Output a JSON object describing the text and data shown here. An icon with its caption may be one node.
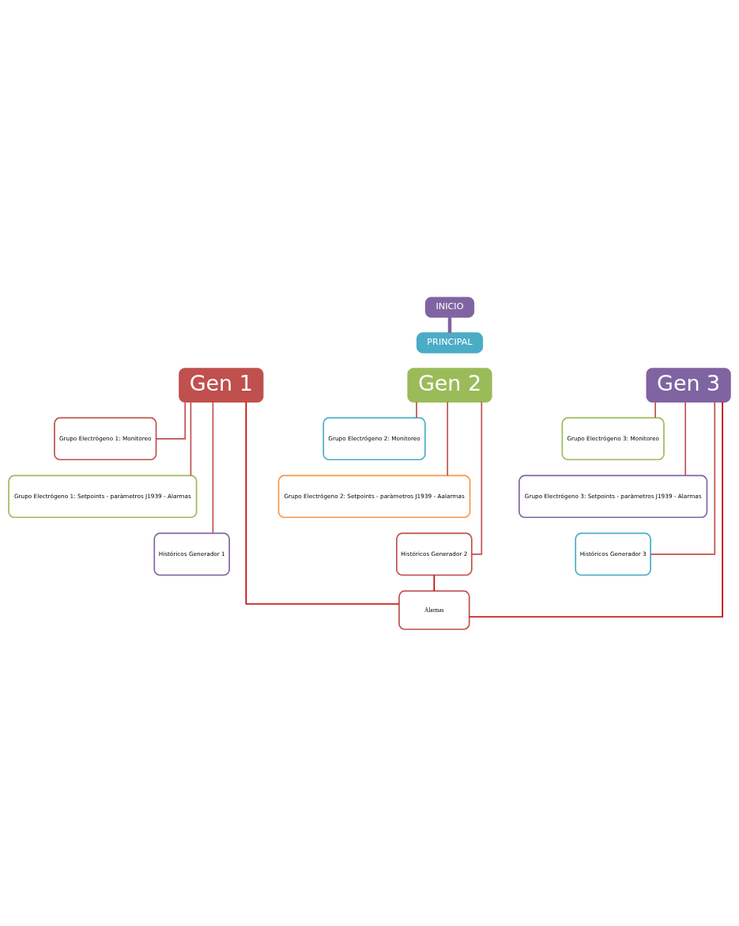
{
  "diagram": {
    "nodes": [
      {
        "text": [
          "INICIO"
        ]
      },
      {
        "text": [
          "PRINCIPAL"
        ]
      },
      {
        "text": [
          "Gen 1"
        ]
      },
      {
        "text": [
          "Gen 2"
        ]
      },
      {
        "text": [
          "Gen 3"
        ]
      },
      {
        "text": [
          "Grupo Electrógeno 1: Monitoreo"
        ]
      },
      {
        "text": [
          "Grupo Electrógeno 1: Setpoints - paràmetros J1939 - Alarmas"
        ]
      },
      {
        "text": [
          "Históricos Generador 1"
        ]
      },
      {
        "text": [
          "Grupo Electrógeno 2: Monitoreo"
        ]
      },
      {
        "text": [
          "Grupo Electrógeno 2: Setpoints - paràmetros J1939 - Aalarmas"
        ]
      },
      {
        "text": [
          "Históricos Generador 2"
        ]
      },
      {
        "text": [
          "Grupo Electrógeno 3: Monitoreo"
        ]
      },
      {
        "text": [
          "Grupo Electrógeno 3: Setpoints - paràmetros J1939 - Alarmas"
        ]
      },
      {
        "text": [
          "Históricos Generador 3"
        ]
      },
      {
        "text": [
          "Alarmas"
        ]
      }
    ],
    "edges": [
      {
        "from": 0,
        "to": 1,
        "arrow": "none",
        "style": "thick",
        "color": "#8064a2"
      },
      {
        "from": 2,
        "to": 5,
        "arrow": "none"
      },
      {
        "from": 2,
        "to": 6,
        "arrow": "none"
      },
      {
        "from": 2,
        "to": 7,
        "arrow": "none"
      },
      {
        "from": 3,
        "to": 8,
        "arrow": "none"
      },
      {
        "from": 3,
        "to": 9,
        "arrow": "none"
      },
      {
        "from": 3,
        "to": 10,
        "arrow": "none"
      },
      {
        "from": 4,
        "to": 11,
        "arrow": "none"
      },
      {
        "from": 4,
        "to": 12,
        "arrow": "none"
      },
      {
        "from": 4,
        "to": 13,
        "arrow": "none"
      },
      {
        "from": 2,
        "to": 14,
        "arrow": "none",
        "color": "#c00000"
      },
      {
        "from": 10,
        "to": 14,
        "arrow": "none",
        "color": "#c00000"
      },
      {
        "from": 4,
        "to": 14,
        "arrow": "none",
        "color": "#c00000"
      }
    ]
  }
}
